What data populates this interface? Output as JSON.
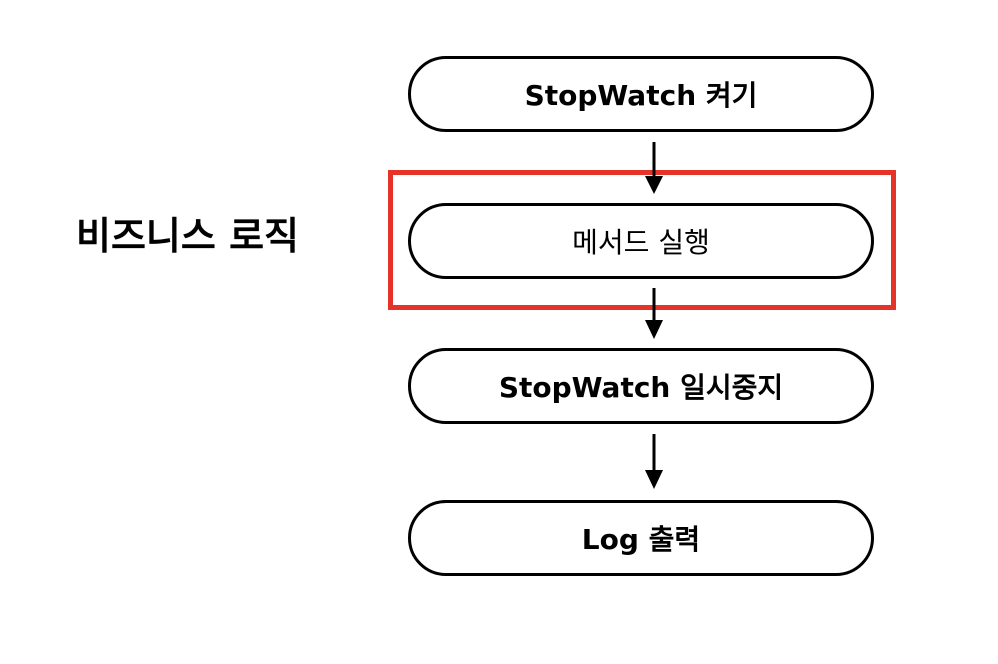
{
  "diagram": {
    "side_label": "비즈니스 로직",
    "steps": [
      {
        "label": "StopWatch 켜기",
        "highlighted": false
      },
      {
        "label": "메서드 실행",
        "highlighted": true
      },
      {
        "label": "StopWatch 일시중지",
        "highlighted": false
      },
      {
        "label": "Log 출력",
        "highlighted": false
      }
    ],
    "highlight_color": "#e53329",
    "stroke_color": "#000000"
  }
}
